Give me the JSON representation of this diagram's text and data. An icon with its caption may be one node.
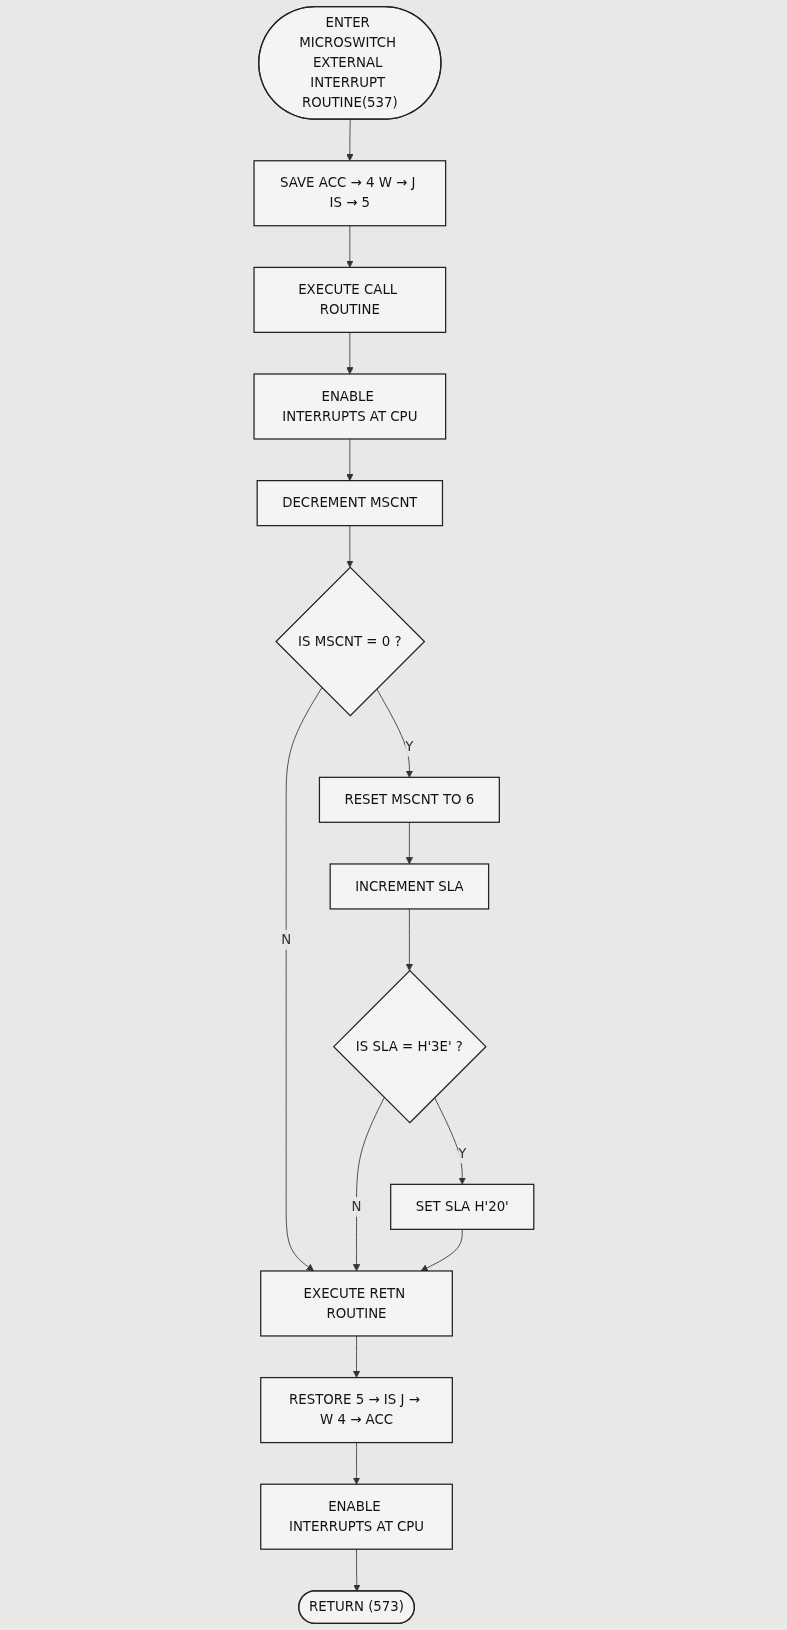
{
  "diagram": {
    "nodes": [
      {
        "text": [
          "ENTER MICROSWITCH EXTERNAL INTERRUPT ROUTINE(537)"
        ]
      },
      {
        "text": [
          "SAVE ACC → 4 W → J IS → 5"
        ]
      },
      {
        "text": [
          "EXECUTE CALL ROUTINE"
        ]
      },
      {
        "text": [
          "ENABLE INTERRUPTS AT CPU"
        ]
      },
      {
        "text": [
          "DECREMENT MSCNT"
        ]
      },
      {
        "text": [
          "IS MSCNT = 0 ?"
        ]
      },
      {
        "text": [
          "RESET MSCNT TO 6"
        ]
      },
      {
        "text": [
          "INCREMENT SLA"
        ]
      },
      {
        "text": [
          "IS SLA = H'3E' ?"
        ]
      },
      {
        "text": [
          "SET SLA H'20'"
        ]
      },
      {
        "text": [
          "EXECUTE RETN ROUTINE"
        ]
      },
      {
        "text": [
          "RESTORE 5 → IS J → W 4 → ACC"
        ]
      },
      {
        "text": [
          "ENABLE INTERRUPTS AT CPU"
        ]
      },
      {
        "text": [
          "RETURN (573)"
        ]
      }
    ],
    "edges": [
      {
        "from": 0,
        "to": 1,
        "arrow": "to"
      },
      {
        "from": 1,
        "to": 2,
        "arrow": "to"
      },
      {
        "from": 2,
        "to": 3,
        "arrow": "to"
      },
      {
        "from": 3,
        "to": 4,
        "arrow": "to"
      },
      {
        "from": 4,
        "to": 5,
        "arrow": "to"
      },
      {
        "from": 5,
        "to": 6,
        "arrow": "to",
        "label": "Y"
      },
      {
        "from": 5,
        "to": 10,
        "arrow": "to",
        "label": "N"
      },
      {
        "from": 6,
        "to": 7,
        "arrow": "to"
      },
      {
        "from": 7,
        "to": 8,
        "arrow": "to"
      },
      {
        "from": 8,
        "to": 9,
        "arrow": "to",
        "label": "Y"
      },
      {
        "from": 8,
        "to": 10,
        "arrow": "to",
        "label": "N"
      },
      {
        "from": 9,
        "to": 10,
        "arrow": "to"
      },
      {
        "from": 10,
        "to": 11,
        "arrow": "to"
      },
      {
        "from": 11,
        "to": 12,
        "arrow": "to"
      },
      {
        "from": 12,
        "to": 13,
        "arrow": "to"
      }
    ]
  }
}
